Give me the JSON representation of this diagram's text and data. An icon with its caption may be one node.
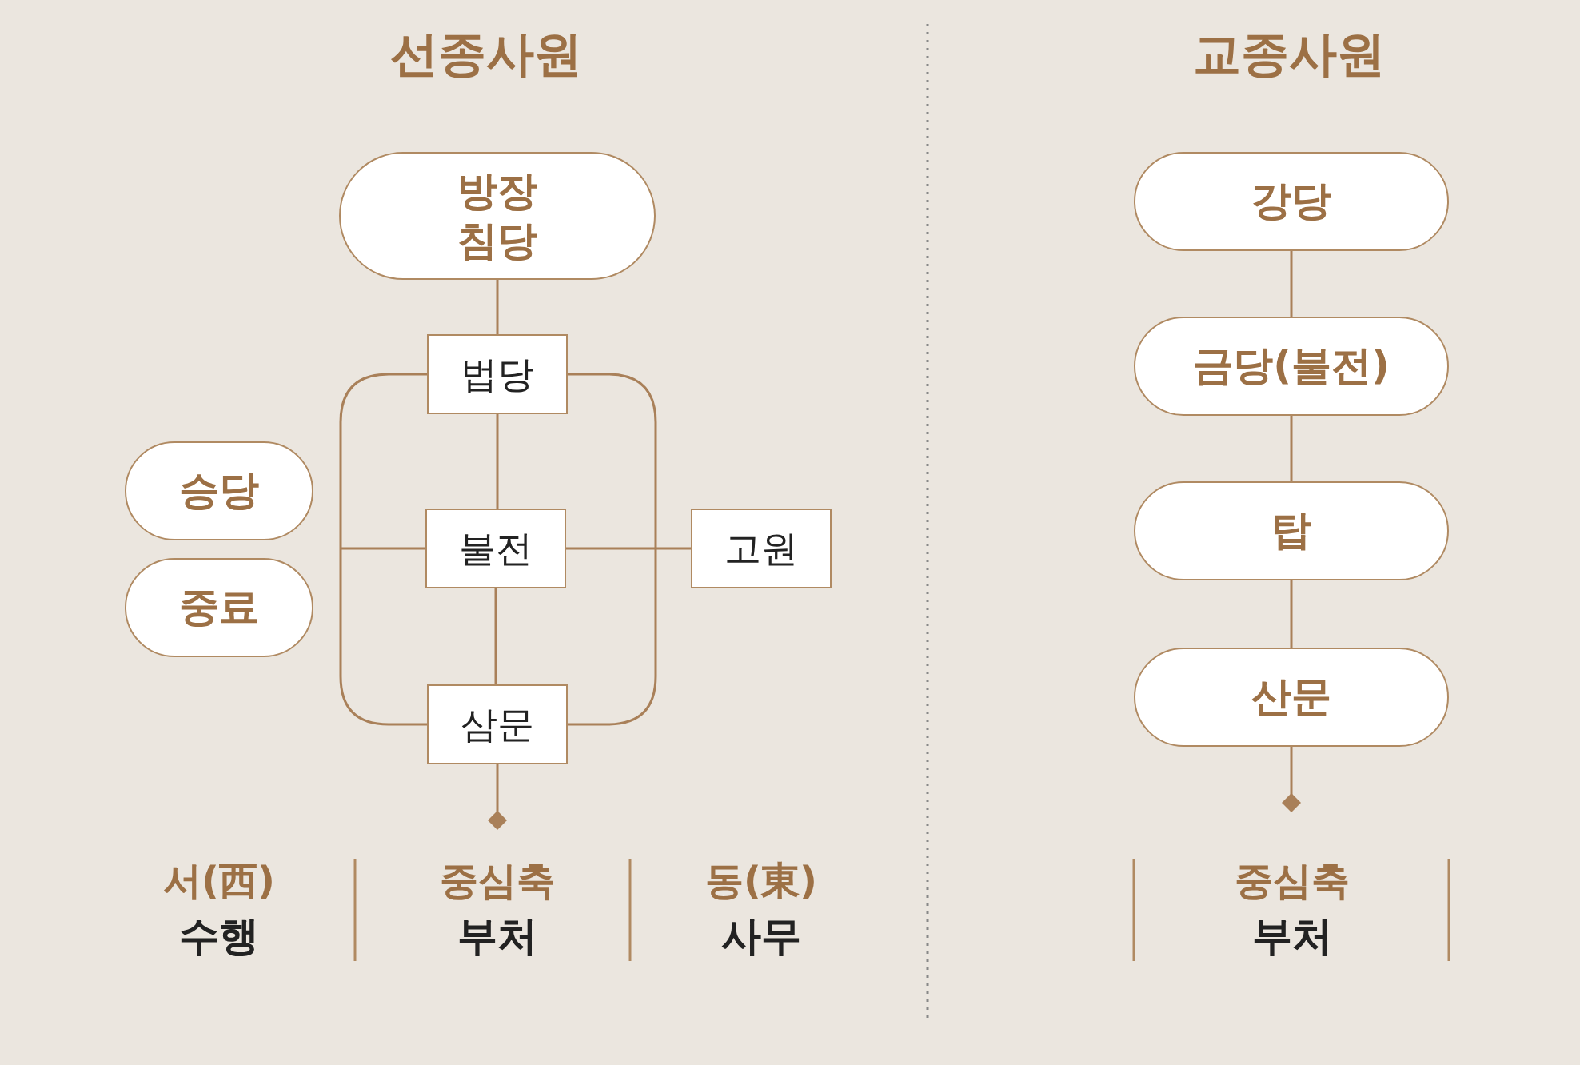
{
  "diagram": {
    "nodes": [
      {
        "text": [
          "방장 침당"
        ]
      },
      {
        "text": [
          "법당"
        ]
      },
      {
        "text": [
          "승당"
        ]
      },
      {
        "text": [
          "중료"
        ]
      },
      {
        "text": [
          "불전"
        ]
      },
      {
        "text": [
          "고원"
        ]
      },
      {
        "text": [
          "삼문"
        ]
      },
      {
        "text": [
          "강당"
        ]
      },
      {
        "text": [
          "금당(불전)"
        ]
      },
      {
        "text": [
          "탑"
        ]
      },
      {
        "text": [
          "산문"
        ]
      }
    ],
    "edges": [
      {
        "from": 0,
        "to": 1,
        "arrow": "none"
      },
      {
        "from": 1,
        "to": 6,
        "arrow": "none"
      },
      {
        "from": 1,
        "to": 6,
        "arrow": "none"
      },
      {
        "from": 1,
        "to": 4,
        "arrow": "none"
      },
      {
        "from": 4,
        "to": null,
        "arrow": "none"
      },
      {
        "from": 4,
        "to": 5,
        "arrow": "none"
      },
      {
        "from": 4,
        "to": 6,
        "arrow": "none"
      },
      {
        "from": 6,
        "to": null,
        "arrow": "other"
      },
      {
        "from": 7,
        "to": 8,
        "arrow": "none"
      },
      {
        "from": 8,
        "to": 9,
        "arrow": "none"
      },
      {
        "from": 9,
        "to": 10,
        "arrow": "none"
      },
      {
        "from": 10,
        "to": null,
        "arrow": "other"
      }
    ],
    "labels": [
      "선종사원",
      "교종사원",
      "서(西)",
      "수행",
      "중심축",
      "부처",
      "동(東)",
      "사무",
      "중심축",
      "부처"
    ]
  }
}
